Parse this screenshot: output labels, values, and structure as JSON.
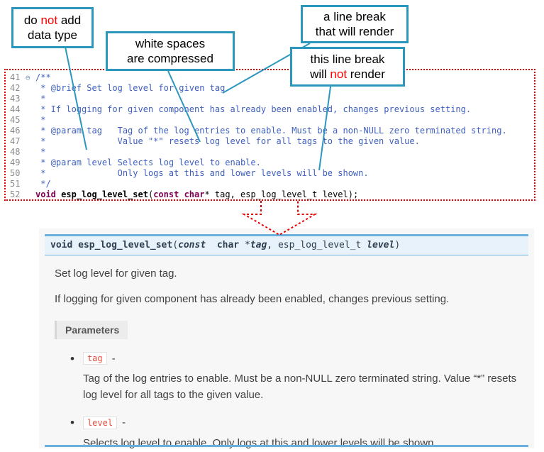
{
  "callouts": {
    "c1": {
      "l1a": "do ",
      "l1b": "not",
      "l1c": " add",
      "l2": "data type"
    },
    "c2": {
      "l1": "white spaces",
      "l2": "are compressed"
    },
    "c3": {
      "l1": "a line break",
      "l2": "that will render"
    },
    "c4": {
      "l1": "this line break",
      "l2a": "will ",
      "l2b": "not",
      "l2c": " render"
    }
  },
  "code": {
    "lines": [
      {
        "num": "41",
        "fold": "⊖",
        "text": "/**"
      },
      {
        "num": "42",
        "text": " * @brief Set log level for given tag"
      },
      {
        "num": "43",
        "text": " *"
      },
      {
        "num": "44",
        "text": " * If logging for given component has already been enabled, changes previous setting."
      },
      {
        "num": "45",
        "text": " *"
      },
      {
        "num": "46",
        "text": " * @param tag   Tag of the log entries to enable. Must be a non-NULL zero terminated string."
      },
      {
        "num": "47",
        "text": " *              Value \"*\" resets log level for all tags to the given value."
      },
      {
        "num": "48",
        "text": " *"
      },
      {
        "num": "49",
        "text": " * @param level Selects log level to enable."
      },
      {
        "num": "50",
        "text": " *              Only logs at this and lower levels will be shown."
      },
      {
        "num": "51",
        "text": " */"
      },
      {
        "num": "52"
      }
    ],
    "line52": {
      "s0": "void",
      "s1": " ",
      "s2": "esp_log_level_set",
      "s3": "(",
      "s4": "const",
      "s5": " ",
      "s6": "char",
      "s7": "* tag, esp_log_level_t level);"
    }
  },
  "docs": {
    "signature": {
      "s_void": "void",
      "sp1": " ",
      "s_name": "esp_log_level_set",
      "s_open": "(",
      "s_const": "const",
      "sp2": "  ",
      "s_char": "char",
      "sp3": " *",
      "s_tag": "tag",
      "s_comma": ", ",
      "s_type": "esp_log_level_t ",
      "s_level": "level",
      "s_close": ")"
    },
    "brief": "Set log level for given tag.",
    "details": "If logging for given component has already been enabled, changes previous setting.",
    "parameters_label": "Parameters",
    "params": [
      {
        "name": "tag",
        "dash": "-",
        "desc": "Tag of the log entries to enable. Must be a non-NULL zero terminated string. Value “*” resets log level for all tags to the given value."
      },
      {
        "name": "level",
        "dash": "-",
        "desc": "Selects log level to enable. Only logs at this and lower levels will be shown."
      }
    ]
  },
  "colors": {
    "callout_border": "#2b97bd",
    "annotation_red": "#e60000",
    "comment_blue": "#3f5fbf",
    "keyword_purple": "#7f0055",
    "signature_bg": "#e7f2fa",
    "signature_border": "#6ab0de",
    "inline_code_red": "#e74c3c"
  }
}
